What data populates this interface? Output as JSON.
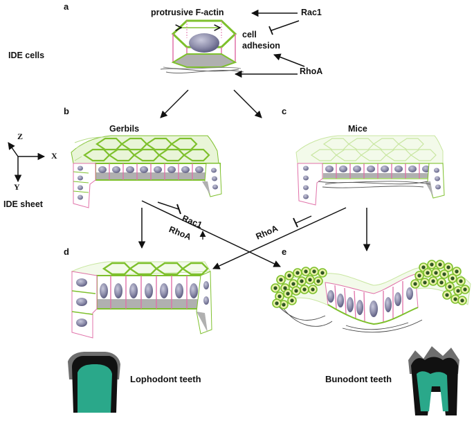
{
  "panels": {
    "a": "a",
    "b": "b",
    "c": "c",
    "d": "d",
    "e": "e"
  },
  "labels": {
    "protrusive": "protrusive F-actin",
    "rac1_top": "Rac1",
    "cell_adhesion_1": "cell",
    "cell_adhesion_2": "adhesion",
    "rhoa_top": "RhoA",
    "ide_cells": "IDE cells",
    "gerbils": "Gerbils",
    "mice": "Mice",
    "ide_sheet": "IDE sheet",
    "rac1_mid": "Rac1",
    "rhoa_mid_left": "RhoA",
    "rhoa_mid_right": "RhoA",
    "lophodont": "Lophodont teeth",
    "bunodont": "Bunodont teeth"
  },
  "axes": {
    "z": "Z",
    "x": "X",
    "y": "Y"
  },
  "colors": {
    "actin_green": "#7ec02c",
    "light_green": "#c8e6a0",
    "membrane_pink": "#e070a8",
    "nucleus": "#8a8aa8",
    "adhesion_gray": "#b0b0b0",
    "enamel_dark": "#111111",
    "dentin_teal": "#2aa88a",
    "tooth_gray": "#6e6e6e"
  },
  "icons": {
    "arrow": "arrow-icon",
    "inhibit": "inhibition-bar-icon",
    "tooth": "tooth-icon"
  }
}
